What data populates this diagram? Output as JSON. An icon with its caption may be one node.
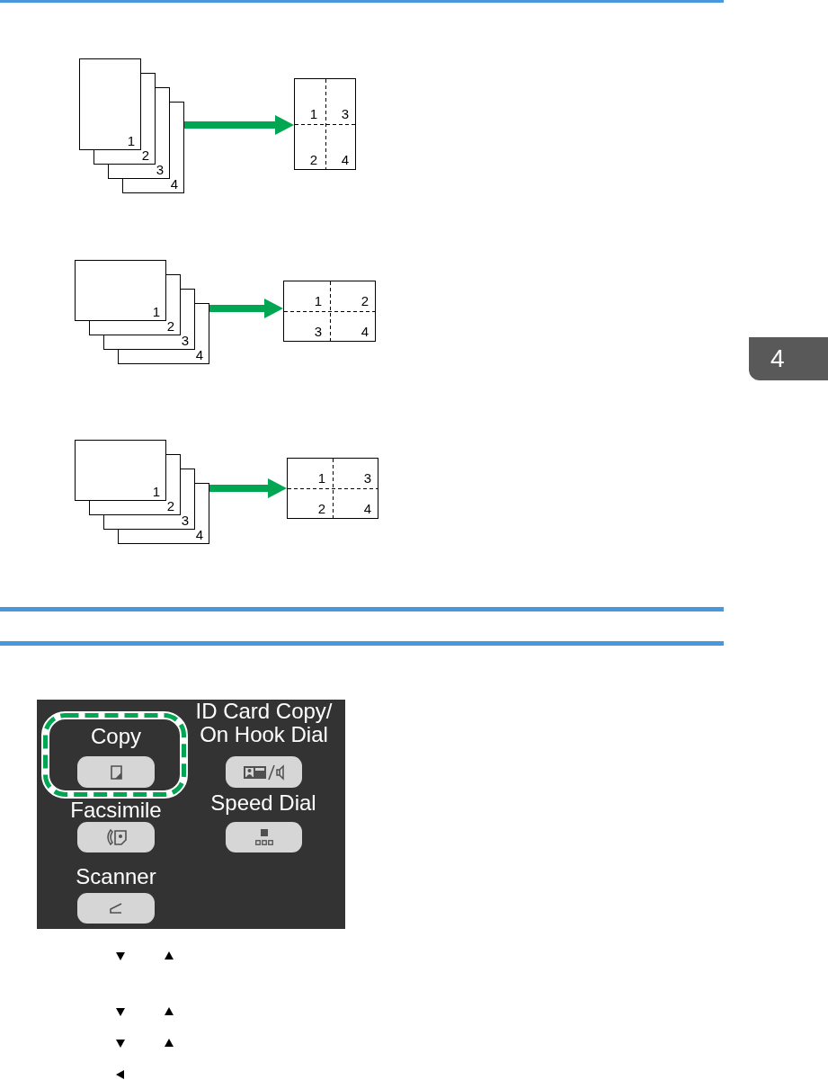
{
  "diagram": {
    "nodes": [
      {
        "text": [
          "1"
        ]
      },
      {
        "text": [
          "2"
        ]
      },
      {
        "text": [
          "3"
        ]
      },
      {
        "text": [
          "4"
        ]
      },
      {
        "text": [
          "1",
          "3",
          "2",
          "4"
        ]
      },
      {
        "text": [
          "1"
        ]
      },
      {
        "text": [
          "2"
        ]
      },
      {
        "text": [
          "3"
        ]
      },
      {
        "text": [
          "4"
        ]
      },
      {
        "text": [
          "1",
          "2",
          "3",
          "4"
        ]
      },
      {
        "text": [
          "1"
        ]
      },
      {
        "text": [
          "2"
        ]
      },
      {
        "text": [
          "3"
        ]
      },
      {
        "text": [
          "4"
        ]
      },
      {
        "text": [
          "1",
          "3",
          "2",
          "4"
        ]
      },
      {
        "text": [
          "Copy",
          "ID Card Copy/ On Hook Dial",
          "Facsimile",
          "Speed Dial",
          "Scanner"
        ]
      },
      {
        "text": [
          "4"
        ]
      }
    ],
    "edges": [
      {
        "from": 3,
        "to": 4,
        "arrow": "to"
      },
      {
        "from": 8,
        "to": 9,
        "arrow": "to"
      },
      {
        "from": 13,
        "to": 14,
        "arrow": "to"
      }
    ]
  }
}
